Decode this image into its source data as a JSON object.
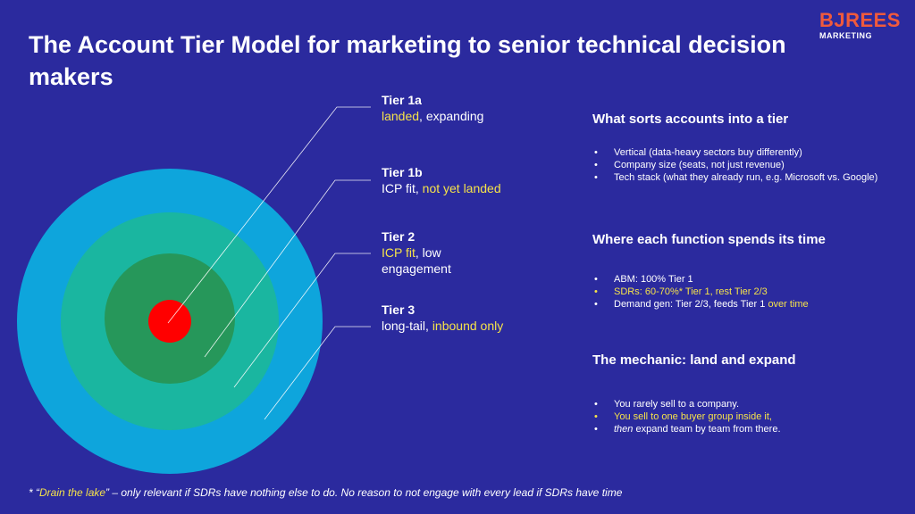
{
  "slide": {
    "title": "The Account Tier Model for marketing to senior technical decision makers",
    "logo": {
      "main": "BJREES",
      "sub": "MARKETING"
    }
  },
  "colors": {
    "background": "#2b2a9e",
    "ring_outer": "#0ea5dc",
    "ring_2": "#1ab6a0",
    "ring_3": "#26975a",
    "core": "#ff0000",
    "highlight": "#f5e24a",
    "logo": "#f05a3c"
  },
  "tiers": [
    {
      "name": "Tier 1a",
      "desc": [
        {
          "text": "landed",
          "hl": true
        },
        {
          "text": ", expanding",
          "hl": false
        }
      ]
    },
    {
      "name": "Tier 1b",
      "desc": [
        {
          "text": "ICP fit, ",
          "hl": false
        },
        {
          "text": "not yet landed",
          "hl": true
        }
      ]
    },
    {
      "name": "Tier 2",
      "desc": [
        {
          "text": "ICP fit",
          "hl": true
        },
        {
          "text": ", low engagement",
          "hl": false
        }
      ]
    },
    {
      "name": "Tier 3",
      "desc": [
        {
          "text": "long-tail, ",
          "hl": false
        },
        {
          "text": "inbound only",
          "hl": true
        }
      ]
    }
  ],
  "sections": [
    {
      "title": "What sorts accounts into a tier",
      "bullets": [
        [
          {
            "text": "Vertical (data-heavy sectors buy differently)",
            "hl": false
          }
        ],
        [
          {
            "text": "Company size (seats, not just revenue)",
            "hl": false
          }
        ],
        [
          {
            "text": "Tech stack (what they already run, e.g. Microsoft vs. Google)",
            "hl": false
          }
        ]
      ]
    },
    {
      "title": "Where each function spends its time",
      "bullets": [
        [
          {
            "text": "ABM: 100% Tier 1",
            "hl": false
          }
        ],
        [
          {
            "text": "SDRs: 60-70%* Tier 1, rest Tier 2/3",
            "hl": true
          }
        ],
        [
          {
            "text": "Demand gen: Tier 2/3, feeds Tier 1 ",
            "hl": false
          },
          {
            "text": "over time",
            "hl": true
          }
        ]
      ]
    },
    {
      "title": "The mechanic: land and expand",
      "bullets": [
        [
          {
            "text": "You rarely sell to a company.",
            "hl": false
          }
        ],
        [
          {
            "text": "You sell to one buyer group inside it,",
            "hl": true
          }
        ],
        [
          {
            "text": "then",
            "hl": false,
            "italic": true
          },
          {
            "text": " expand team by team from there.",
            "hl": false
          }
        ]
      ]
    }
  ],
  "footnote": [
    {
      "text": "* “",
      "hl": false
    },
    {
      "text": "Drain the lake",
      "hl": true
    },
    {
      "text": "” – only relevant if SDRs have nothing else to do. No reason to not engage with every lead if SDRs have time",
      "hl": false
    }
  ]
}
